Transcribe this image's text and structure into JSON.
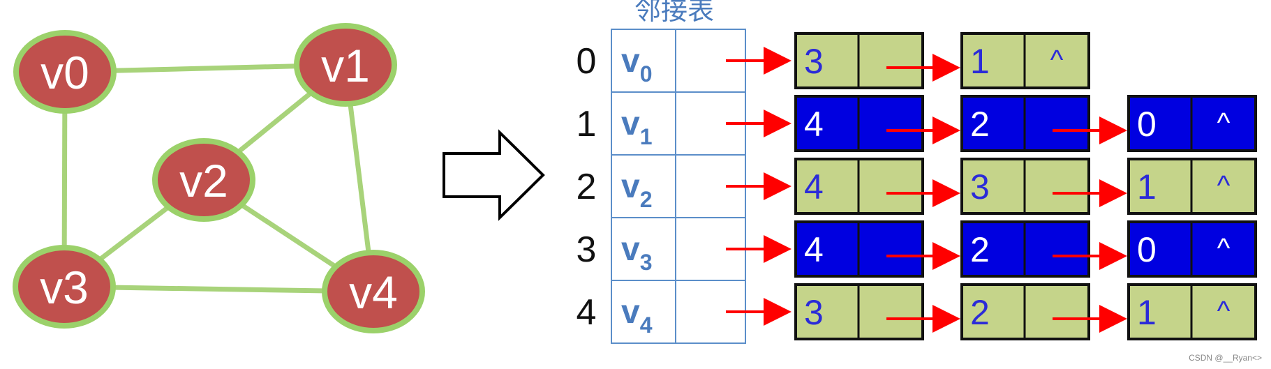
{
  "graph": {
    "vertices": [
      {
        "id": 0,
        "label": "v0"
      },
      {
        "id": 1,
        "label": "v1"
      },
      {
        "id": 2,
        "label": "v2"
      },
      {
        "id": 3,
        "label": "v3"
      },
      {
        "id": 4,
        "label": "v4"
      }
    ],
    "edges": [
      [
        0,
        1
      ],
      [
        0,
        3
      ],
      [
        1,
        2
      ],
      [
        1,
        4
      ],
      [
        2,
        3
      ],
      [
        2,
        4
      ],
      [
        3,
        4
      ]
    ]
  },
  "adjacency": {
    "title": "邻接表",
    "rows": [
      {
        "index": "0",
        "vertex": "v",
        "sub": "0",
        "list": [
          "3",
          "1"
        ]
      },
      {
        "index": "1",
        "vertex": "v",
        "sub": "1",
        "list": [
          "4",
          "2",
          "0"
        ]
      },
      {
        "index": "2",
        "vertex": "v",
        "sub": "2",
        "list": [
          "4",
          "3",
          "1"
        ]
      },
      {
        "index": "3",
        "vertex": "v",
        "sub": "3",
        "list": [
          "4",
          "2",
          "0"
        ]
      },
      {
        "index": "4",
        "vertex": "v",
        "sub": "4",
        "list": [
          "3",
          "2",
          "1"
        ]
      }
    ],
    "null_symbol": "^"
  },
  "colors": {
    "vertex_fill": "#c0504d",
    "vertex_stroke": "#9bd16a",
    "edge": "#a8d37a",
    "node_green": "#c5d48a",
    "node_blue": "#0000e0",
    "node_text_on_green": "#2b2bd8",
    "node_text_on_blue": "#ffffff",
    "arrow": "#ff0000",
    "table_border": "#5b8ec9",
    "table_text": "#4a7bbd"
  },
  "watermark": "CSDN @__Ryan<>"
}
